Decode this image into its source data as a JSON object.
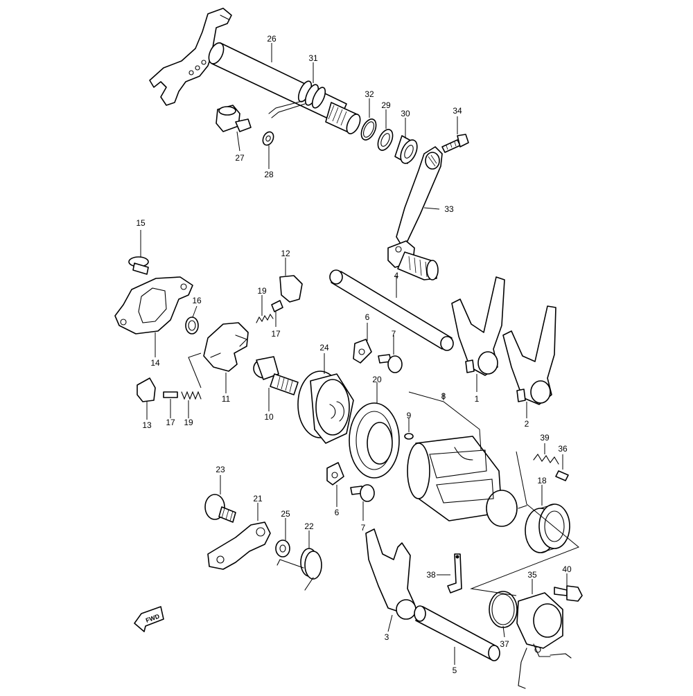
{
  "callouts": [
    {
      "id": "c1",
      "label": "1"
    },
    {
      "id": "c2",
      "label": "2"
    },
    {
      "id": "c3",
      "label": "3"
    },
    {
      "id": "c4",
      "label": "4"
    },
    {
      "id": "c5",
      "label": "5"
    },
    {
      "id": "c6a",
      "label": "6"
    },
    {
      "id": "c6b",
      "label": "6"
    },
    {
      "id": "c7a",
      "label": "7"
    },
    {
      "id": "c7b",
      "label": "7"
    },
    {
      "id": "c8",
      "label": "8"
    },
    {
      "id": "c9",
      "label": "9"
    },
    {
      "id": "c10",
      "label": "10"
    },
    {
      "id": "c11",
      "label": "11"
    },
    {
      "id": "c12",
      "label": "12"
    },
    {
      "id": "c13",
      "label": "13"
    },
    {
      "id": "c14",
      "label": "14"
    },
    {
      "id": "c15",
      "label": "15"
    },
    {
      "id": "c16",
      "label": "16"
    },
    {
      "id": "c17a",
      "label": "17"
    },
    {
      "id": "c17b",
      "label": "17"
    },
    {
      "id": "c18",
      "label": "18"
    },
    {
      "id": "c19a",
      "label": "19"
    },
    {
      "id": "c19b",
      "label": "19"
    },
    {
      "id": "c20",
      "label": "20"
    },
    {
      "id": "c21",
      "label": "21"
    },
    {
      "id": "c22",
      "label": "22"
    },
    {
      "id": "c23",
      "label": "23"
    },
    {
      "id": "c24",
      "label": "24"
    },
    {
      "id": "c25",
      "label": "25"
    },
    {
      "id": "c26",
      "label": "26"
    },
    {
      "id": "c27",
      "label": "27"
    },
    {
      "id": "c28",
      "label": "28"
    },
    {
      "id": "c29",
      "label": "29"
    },
    {
      "id": "c30",
      "label": "30"
    },
    {
      "id": "c31",
      "label": "31"
    },
    {
      "id": "c32",
      "label": "32"
    },
    {
      "id": "c33",
      "label": "33"
    },
    {
      "id": "c34",
      "label": "34"
    },
    {
      "id": "c35",
      "label": "35"
    },
    {
      "id": "c36",
      "label": "36"
    },
    {
      "id": "c37",
      "label": "37"
    },
    {
      "id": "c38",
      "label": "38"
    },
    {
      "id": "c39",
      "label": "39"
    },
    {
      "id": "c40",
      "label": "40"
    }
  ],
  "fwd_label": "FWD",
  "fwd_icon": "arrow-left-icon"
}
